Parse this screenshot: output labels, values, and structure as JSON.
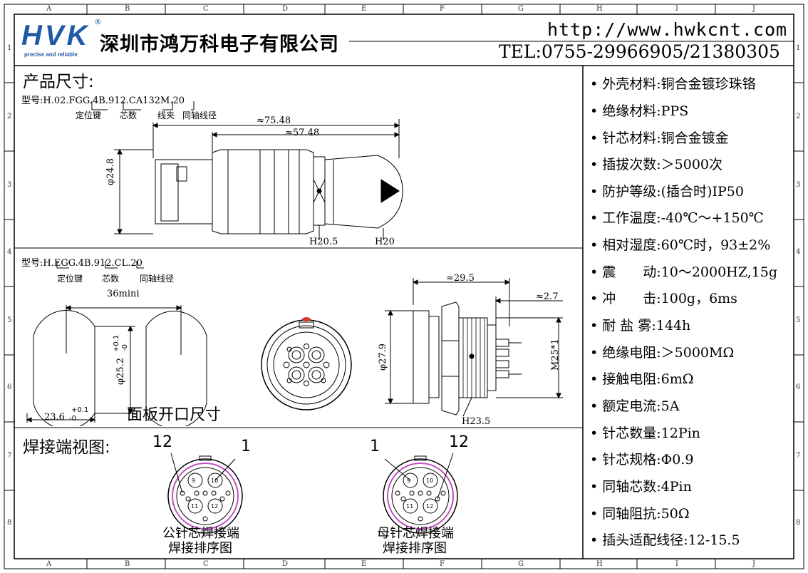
{
  "grid": {
    "columns": [
      "A",
      "B",
      "C",
      "D",
      "E",
      "F",
      "G",
      "H",
      "I",
      "J"
    ],
    "rows": [
      "1",
      "2",
      "3",
      "4",
      "5",
      "6",
      "7",
      "8"
    ]
  },
  "header": {
    "logo_text": "HVK",
    "logo_tagline": "precise and reliable",
    "company": "深圳市鸿万科电子有限公司",
    "url": "http://www.hwkcnt.com",
    "tel": "TEL:0755-29966905/21380305"
  },
  "dimensions_section": {
    "title": "产品尺寸:",
    "plug": {
      "model": "型号:H.02.FGG.4B.912.CA132M.20",
      "callouts": [
        "定位键",
        "芯数",
        "线夹",
        "同轴线径"
      ],
      "dims": {
        "overall": "≈75.48",
        "body": "≈57.48",
        "diameter": "φ24.8",
        "hex1": "H20.5",
        "hex2": "H20"
      }
    },
    "socket": {
      "model": "型号:H.EGG.4B.912.CL.20",
      "callouts": [
        "定位键",
        "芯数",
        "同轴线径"
      ],
      "panel": {
        "spacing": "36mini",
        "height": "φ25.2",
        "height_tol_upper": "+0.1",
        "height_tol_lower": "-0",
        "width": "23.6",
        "width_tol_upper": "+0.1",
        "width_tol_lower": "-0",
        "caption": "面板开口尺寸"
      },
      "dims": {
        "length": "≈29.5",
        "offset": "≈2.7",
        "diameter": "φ27.9",
        "thread": "M25*1",
        "hex": "H23.5"
      }
    }
  },
  "solder_section": {
    "title": "焊接端视图:",
    "male": {
      "label_left": "12",
      "label_right": "1",
      "caption_line1": "公针芯焊接端",
      "caption_line2": "焊接排序图"
    },
    "female": {
      "label_left": "1",
      "label_right": "12",
      "caption_line1": "母针芯焊接端",
      "caption_line2": "焊接排序图"
    },
    "coax_labels": [
      "9",
      "10",
      "11",
      "12"
    ]
  },
  "specs": [
    "• 外壳材料:铜合金镀珍珠铬",
    "• 绝缘材料:PPS",
    "• 针芯材料:铜合金镀金",
    "• 插拔次数:＞5000次",
    "• 防护等级:(插合时)IP50",
    "• 工作温度:-40℃～+150℃",
    "• 相对湿度:60℃时，93±2%",
    "• 震　　动:10～2000HZ,15g",
    "• 冲　　击:100g，6ms",
    "• 耐 盐 雾:144h",
    "• 绝缘电阻:＞5000MΩ",
    "• 接触电阻:6mΩ",
    "• 额定电流:5A",
    "• 针芯数量:12Pin",
    "• 针芯规格:Φ0.9",
    "• 同轴芯数:4Pin",
    "• 同轴阻抗:50Ω",
    "• 插头适配线径:12-15.5"
  ],
  "colors": {
    "logo": "#1f5aa6",
    "keyway": "#d33",
    "solder_ring": "#c24fc2",
    "line": "#000"
  }
}
